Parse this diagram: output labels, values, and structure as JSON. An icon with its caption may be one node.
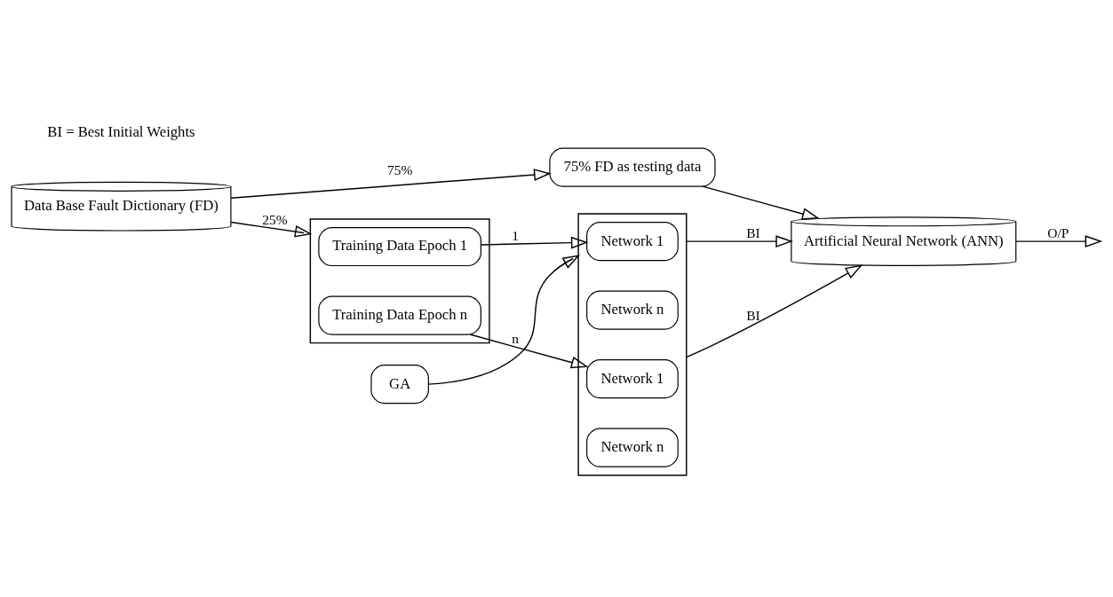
{
  "diagram": {
    "nodes": [
      {
        "text": [
          "Data Base Fault Dictionary (FD)"
        ]
      },
      {
        "text": [
          "75% FD as testing data"
        ]
      },
      {
        "text": [],
        "shape": "box"
      },
      {
        "text": [
          "Training Data Epoch 1"
        ],
        "in": 2
      },
      {
        "text": [
          "Training Data Epoch n"
        ],
        "in": 2
      },
      {
        "text": [],
        "shape": "box"
      },
      {
        "text": [
          "Network 1"
        ],
        "in": 5
      },
      {
        "text": [
          "Network n"
        ],
        "in": 5
      },
      {
        "text": [
          "Network 1"
        ],
        "in": 5
      },
      {
        "text": [
          "Network n"
        ],
        "in": 5
      },
      {
        "text": [
          "Artificial Neural Network (ANN)"
        ]
      },
      {
        "text": [
          "GA"
        ]
      }
    ],
    "edges": [
      {
        "from": 0,
        "to": 1,
        "arrow": "to",
        "label": "75%"
      },
      {
        "from": 0,
        "to": 2,
        "arrow": "to",
        "label": "25%"
      },
      {
        "from": 3,
        "to": 6,
        "arrow": "to",
        "label": "1"
      },
      {
        "from": 4,
        "to": 8,
        "arrow": "to",
        "label": "n"
      },
      {
        "from": 1,
        "to": 10,
        "arrow": "to"
      },
      {
        "from": 5,
        "to": 10,
        "arrow": "to",
        "label": "BI"
      },
      {
        "from": 5,
        "to": 10,
        "arrow": "to",
        "label": "BI"
      },
      {
        "from": 11,
        "to": 5,
        "arrow": "to"
      },
      {
        "from": 10,
        "to": null,
        "arrow": "to",
        "label": "O/P"
      }
    ],
    "labels": [
      "BI = Best Initial Weights"
    ]
  }
}
